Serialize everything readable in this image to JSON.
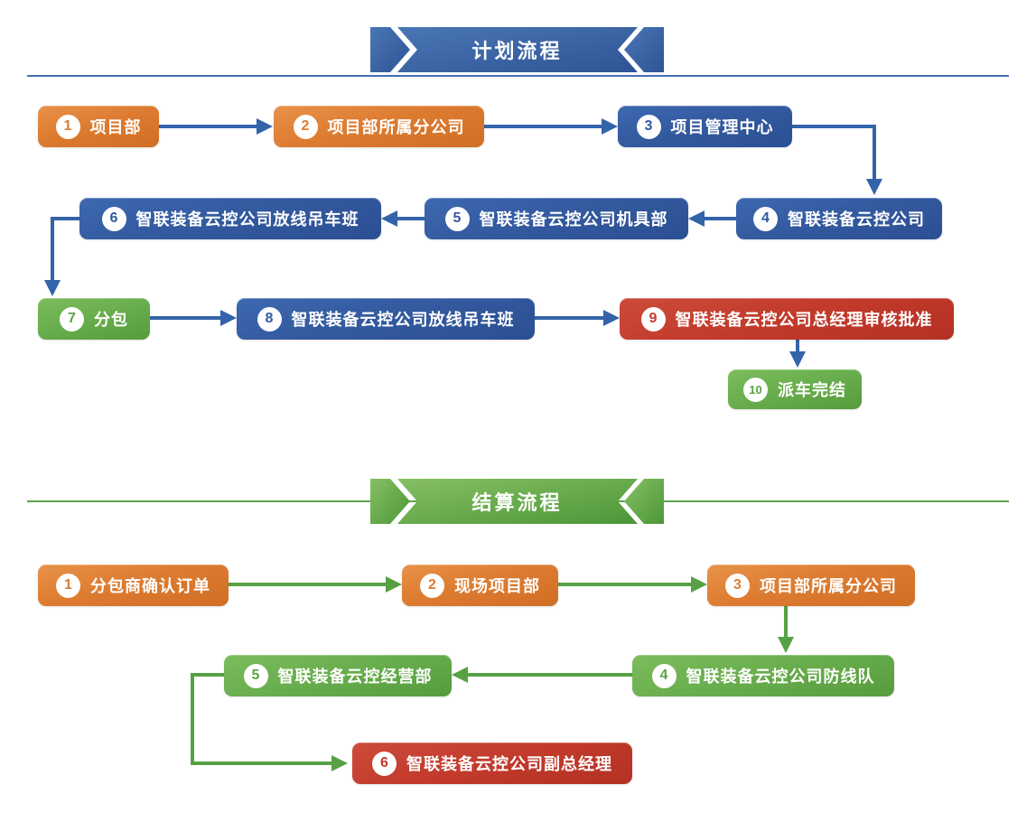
{
  "plan": {
    "banner": "计划流程",
    "nodes": [
      {
        "num": "1",
        "label": "项目部"
      },
      {
        "num": "2",
        "label": "项目部所属分公司"
      },
      {
        "num": "3",
        "label": "项目管理中心"
      },
      {
        "num": "4",
        "label": "智联装备云控公司"
      },
      {
        "num": "5",
        "label": "智联装备云控公司机具部"
      },
      {
        "num": "6",
        "label": "智联装备云控公司放线吊车班"
      },
      {
        "num": "7",
        "label": "分包"
      },
      {
        "num": "8",
        "label": "智联装备云控公司放线吊车班"
      },
      {
        "num": "9",
        "label": "智联装备云控公司总经理审核批准"
      },
      {
        "num": "10",
        "label": "派车完结"
      }
    ]
  },
  "settle": {
    "banner": "结算流程",
    "nodes": [
      {
        "num": "1",
        "label": "分包商确认订单"
      },
      {
        "num": "2",
        "label": "现场项目部"
      },
      {
        "num": "3",
        "label": "项目部所属分公司"
      },
      {
        "num": "4",
        "label": "智联装备云控公司防线队"
      },
      {
        "num": "5",
        "label": "智联装备云控经营部"
      },
      {
        "num": "6",
        "label": "智联装备云控公司副总经理"
      }
    ]
  },
  "colors": {
    "orange_node": "#dd7c31",
    "blue_node": "#33599e",
    "green_node": "#68ad4d",
    "red_node": "#c23a2c",
    "blue_arrow": "#3363a9",
    "green_arrow": "#57a145",
    "banner_blue": "#3a65ab",
    "banner_green": "#66ab4b"
  }
}
